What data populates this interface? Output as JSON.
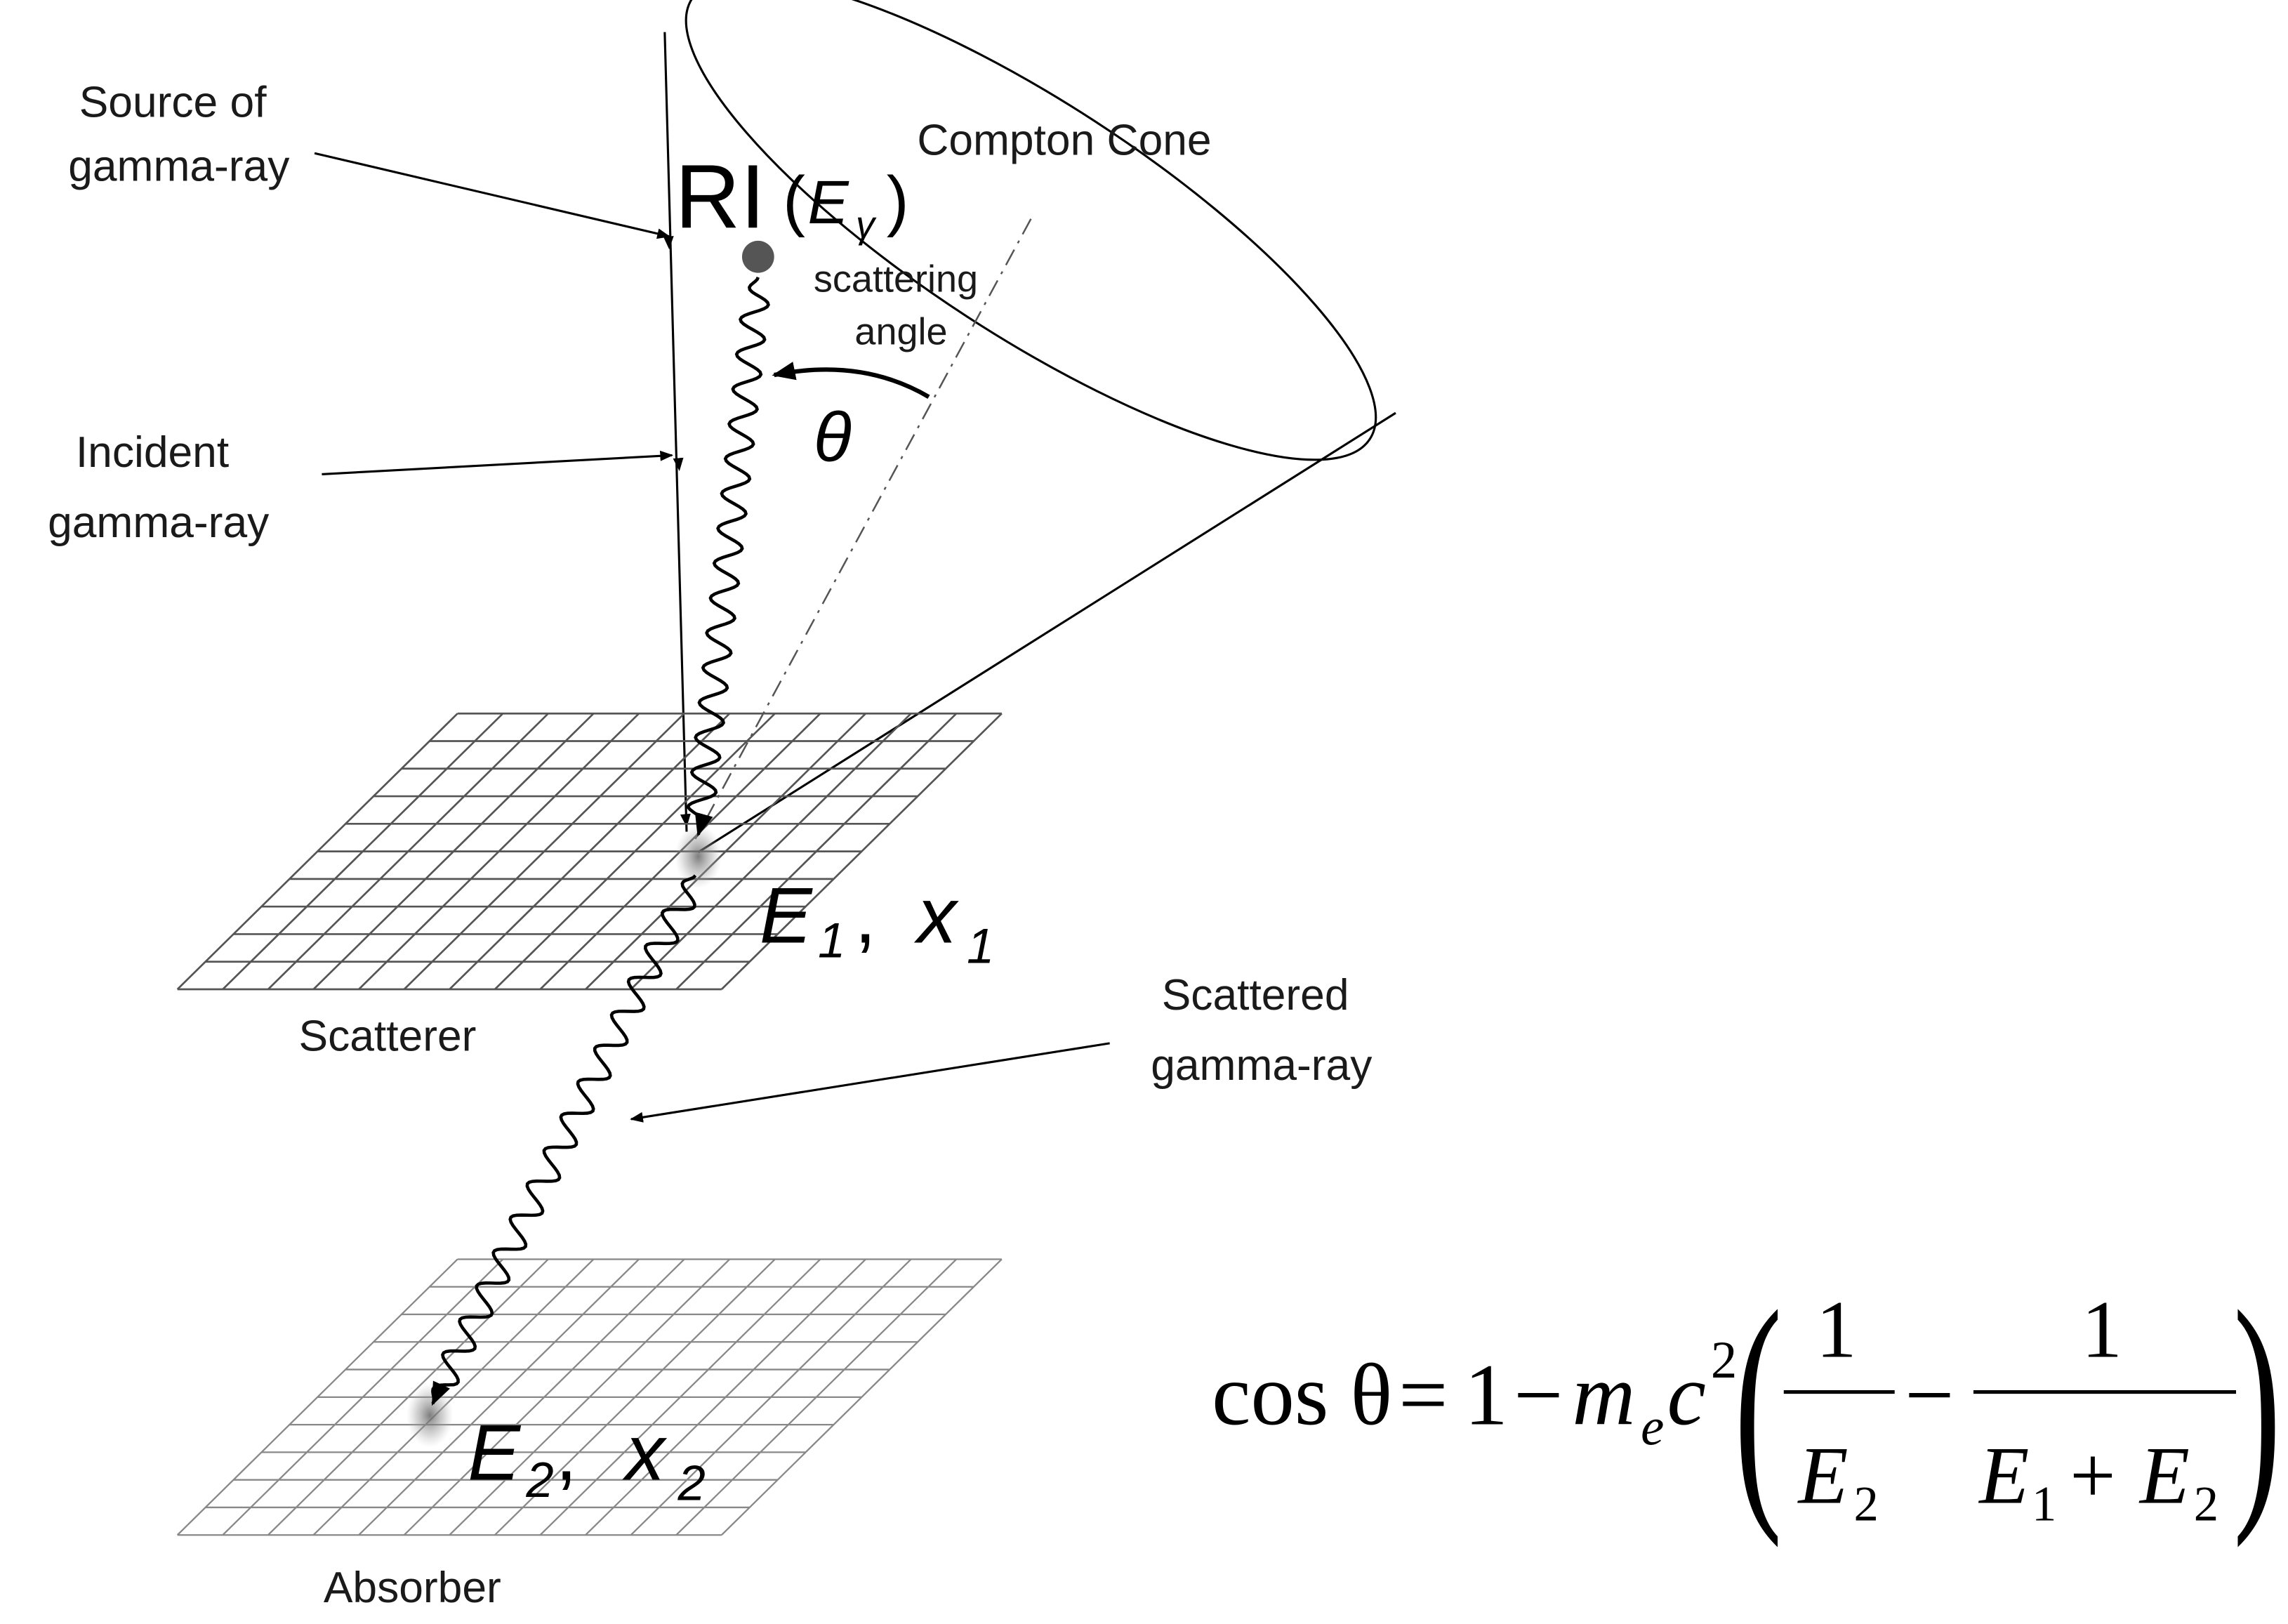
{
  "labels": {
    "source": [
      "Source of",
      "gamma-ray"
    ],
    "compton_cone": "Compton Cone",
    "ri": "RI",
    "energy_gamma": "E",
    "energy_gamma_sub": "γ",
    "scattering_angle": [
      "scattering",
      "angle"
    ],
    "theta": "θ",
    "incident": [
      "Incident",
      "gamma-ray"
    ],
    "scatterer": "Scatterer",
    "absorber": "Absorber",
    "scattered": [
      "Scattered",
      "gamma-ray"
    ],
    "e1_x1": {
      "e": "E",
      "e_sub": "1",
      "sep": ", ",
      "x": "x",
      "x_sub": "1"
    },
    "e2_x2": {
      "e": "E",
      "e_sub": "2",
      "sep": ", ",
      "x": "x",
      "x_sub": "2"
    }
  },
  "equation": {
    "lhs": "cos θ",
    "eq": "=",
    "one": "1",
    "minus": "−",
    "m": "m",
    "m_sub": "e",
    "c": "c",
    "c_sup": "2",
    "lparen": "(",
    "rparen": ")",
    "frac1_num": "1",
    "frac1_den": "E",
    "frac1_den_sub": "2",
    "frac_minus": "−",
    "frac2_num": "1",
    "frac2_den_a": "E",
    "frac2_den_a_sub": "1",
    "frac2_plus": "+",
    "frac2_den_b": "E",
    "frac2_den_b_sub": "2"
  }
}
